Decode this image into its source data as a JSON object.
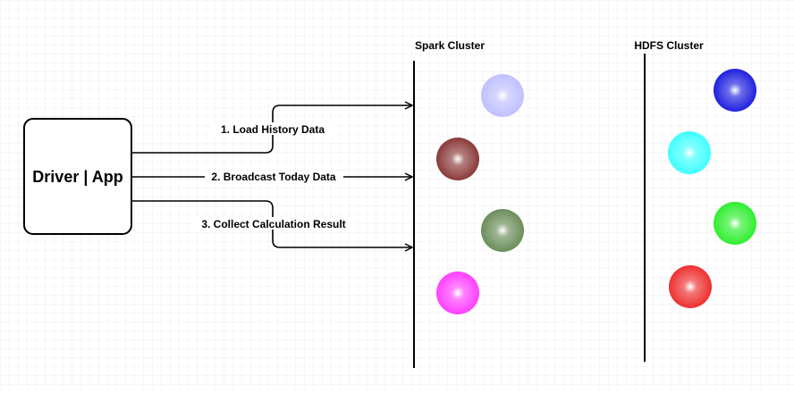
{
  "driver": {
    "label": "Driver | App"
  },
  "clusters": {
    "spark": {
      "label": "Spark Cluster",
      "nodes": [
        {
          "color": "#c0c0ff"
        },
        {
          "color": "#8b3a3a"
        },
        {
          "color": "#6b8e5a"
        },
        {
          "color": "#ff40ff"
        }
      ]
    },
    "hdfs": {
      "label": "HDFS Cluster",
      "nodes": [
        {
          "color": "#2020e0"
        },
        {
          "color": "#40ffff"
        },
        {
          "color": "#30ee30"
        },
        {
          "color": "#ee3030"
        }
      ]
    }
  },
  "edges": [
    {
      "label": "1. Load History Data"
    },
    {
      "label": "2. Broadcast Today Data"
    },
    {
      "label": "3. Collect Calculation Result"
    }
  ],
  "colors": {
    "grid": "#ececf4",
    "line": "#000000"
  }
}
